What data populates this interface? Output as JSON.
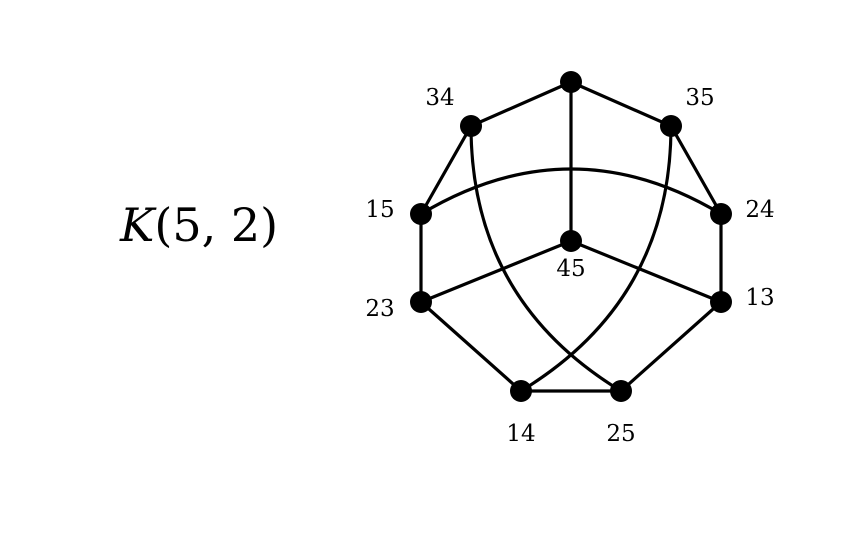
{
  "diagram": {
    "title_symbol": "K",
    "title_args": "(5, 2)",
    "vertices": [
      {
        "id": "top",
        "label": ""
      },
      {
        "id": "34",
        "label": "34"
      },
      {
        "id": "35",
        "label": "35"
      },
      {
        "id": "15",
        "label": "15"
      },
      {
        "id": "24",
        "label": "24"
      },
      {
        "id": "45",
        "label": "45"
      },
      {
        "id": "23",
        "label": "23"
      },
      {
        "id": "13",
        "label": "13"
      },
      {
        "id": "14",
        "label": "14"
      },
      {
        "id": "25",
        "label": "25"
      }
    ],
    "edges": [
      [
        "top",
        "34"
      ],
      [
        "top",
        "35"
      ],
      [
        "top",
        "45"
      ],
      [
        "34",
        "15"
      ],
      [
        "35",
        "24"
      ],
      [
        "15",
        "23"
      ],
      [
        "24",
        "13"
      ],
      [
        "23",
        "14"
      ],
      [
        "13",
        "25"
      ],
      [
        "14",
        "25"
      ],
      [
        "45",
        "23"
      ],
      [
        "45",
        "13"
      ],
      [
        "15",
        "24"
      ],
      [
        "34",
        "25"
      ],
      [
        "35",
        "14"
      ]
    ]
  }
}
